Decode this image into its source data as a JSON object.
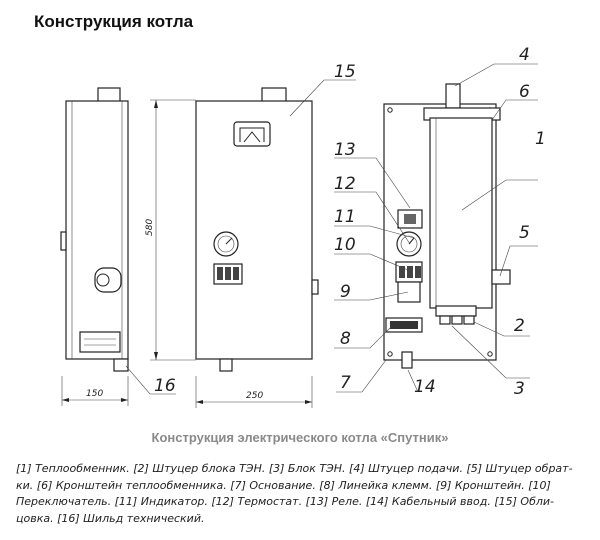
{
  "title": "Конструкция котла",
  "caption": "Конструкция электрического котла «Спутник»",
  "dimensions": {
    "height": "580",
    "side_width": "150",
    "front_width": "250"
  },
  "callouts": [
    "1",
    "2",
    "3",
    "4",
    "5",
    "6",
    "7",
    "8",
    "9",
    "10",
    "11",
    "12",
    "13",
    "14",
    "15",
    "16"
  ],
  "legend_lines": [
    "[1] Теплообменник. [2] Штуцер блока ТЭН. [3] Блок ТЭН. [4] Штуцер подачи. [5] Штуцер обрат-",
    "ки. [6] Кронштейн теплообменника. [7] Основание. [8] Линейка клемм. [9] Кронштейн. [10]",
    "Переключатель. [11] Индикатор. [12] Термостат. [13] Реле. [14] Кабельный ввод. [15] Обли-",
    "цовка. [16] Шильд технический."
  ]
}
